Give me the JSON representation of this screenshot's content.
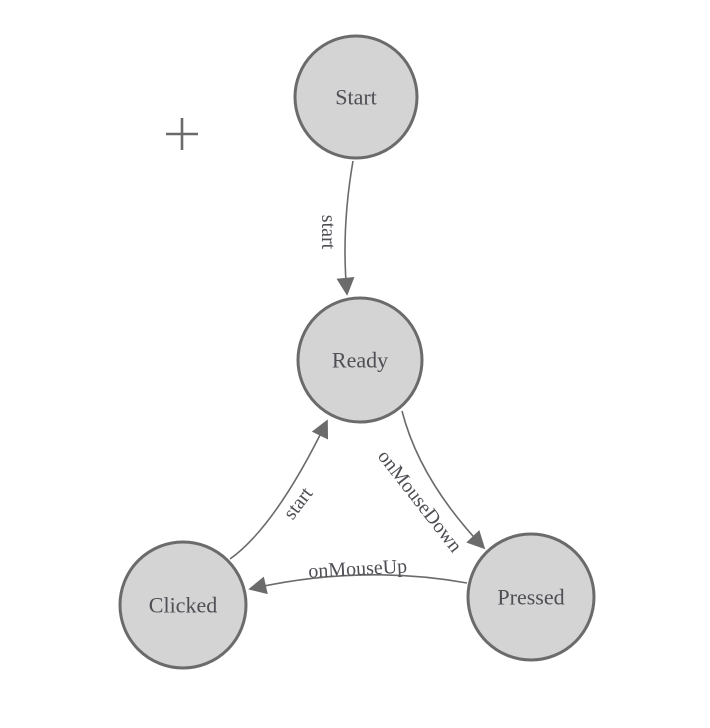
{
  "diagram": {
    "colors": {
      "background_color": "#ffffff",
      "node_fill": "#d4d4d4",
      "node_stroke": "#6b6b6b",
      "edge_color": "#6b6b6b",
      "node_label_color": "#4e4e55",
      "edge_label_color": "#4e4e55"
    },
    "nodes": [
      {
        "label": "Start"
      },
      {
        "label": "Ready"
      },
      {
        "label": "Clicked"
      },
      {
        "label": "Pressed"
      }
    ],
    "edges": [
      {
        "from": "Start",
        "to": "Ready",
        "label": "start"
      },
      {
        "from": "Ready",
        "to": "Pressed",
        "label": "onMouseDown"
      },
      {
        "from": "Pressed",
        "to": "Clicked",
        "label": "onMouseUp"
      },
      {
        "from": "Clicked",
        "to": "Ready",
        "label": "start"
      }
    ],
    "cursor_marker": "plus-crosshair-icon"
  }
}
